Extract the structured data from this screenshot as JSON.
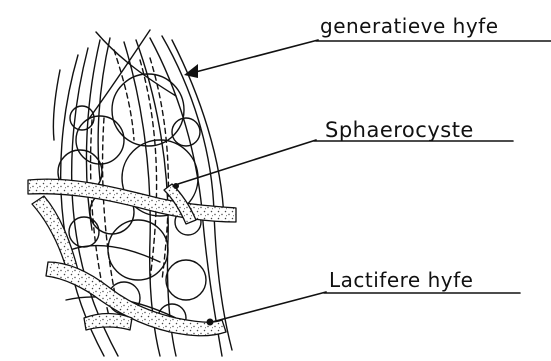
{
  "labels": {
    "generative_hypha": "generatieve hyfe",
    "sphaerocyst": "Sphaerocyste",
    "lactiferous_hypha": "Lactifere hyfe"
  },
  "colors": {
    "ink": "#111111",
    "paper": "#ffffff",
    "stipple": "#444444"
  }
}
